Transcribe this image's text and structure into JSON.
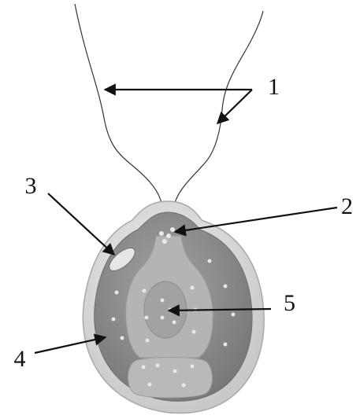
{
  "figure": {
    "labels": [
      {
        "id": "flagella",
        "text": "1"
      },
      {
        "id": "basal-body",
        "text": "2"
      },
      {
        "id": "chromatophore",
        "text": "3"
      },
      {
        "id": "cell-wall",
        "text": "4"
      },
      {
        "id": "nucleus",
        "text": "5"
      }
    ]
  },
  "colors": {
    "ink": "#111111",
    "outer_wall": "#d7d7d7",
    "cytoplasm": "#8f8f8f",
    "inner_body": "#b4b4b4",
    "dots": "#e8e8e8"
  }
}
